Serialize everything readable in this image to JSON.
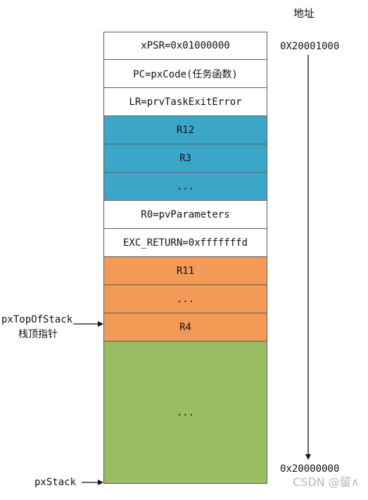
{
  "header": {
    "address_label": "地址"
  },
  "address": {
    "top": "0X20001000",
    "bottom": "0x20000000"
  },
  "stack_cells": [
    {
      "label": "xPSR=0x01000000",
      "color": "white"
    },
    {
      "label": "PC=pxCode(任务函数)",
      "color": "white"
    },
    {
      "label": "LR=prvTaskExitError",
      "color": "white"
    },
    {
      "label": "R12",
      "color": "blue"
    },
    {
      "label": "R3",
      "color": "blue"
    },
    {
      "label": "...",
      "color": "blue"
    },
    {
      "label": "R0=pvParameters",
      "color": "white"
    },
    {
      "label": "EXC_RETURN=0xfffffffd",
      "color": "white"
    },
    {
      "label": "R11",
      "color": "orange"
    },
    {
      "label": "...",
      "color": "orange"
    },
    {
      "label": "R4",
      "color": "orange"
    },
    {
      "label": "...",
      "color": "green"
    }
  ],
  "pointers": {
    "top_of_stack": "pxTopOfStack",
    "top_of_stack_cn": "栈顶指针",
    "stack": "pxStack"
  },
  "watermark": "CSDN @留∧",
  "colors": {
    "blue": "#3ca6c9",
    "orange": "#f39a57",
    "green": "#98bd63",
    "border": "#5a5a5a"
  }
}
